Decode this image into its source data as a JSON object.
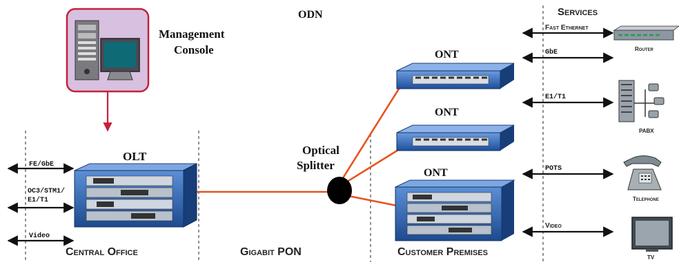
{
  "colors": {
    "fiber": "#e8531d",
    "console_border": "#c4203a",
    "console_fill": "#d8c0e0",
    "device_blue": "#1e4f9a",
    "device_blue_light": "#4f86cf",
    "arrow_red": "#c4203a",
    "divider": "#555555"
  },
  "labels": {
    "management_console_line1": "Management",
    "management_console_line2": "Console",
    "odn": "ODN",
    "olt": "OLT",
    "ont_top": "ONT",
    "ont_middle": "ONT",
    "ont_bottom": "ONT",
    "optical_splitter_line1": "Optical",
    "optical_splitter_line2": "Splitter",
    "central_office": "Central Office",
    "gigabit_pon": "Gigabit PON",
    "customer_premises": "Customer Premises",
    "services": "Services"
  },
  "olt_interfaces": {
    "fe_gbe": "FE/GbE",
    "oc3_line1": "OC3/STM1/",
    "oc3_line2": "E1/T1",
    "video": "Video"
  },
  "service_links": {
    "fast_ethernet": "Fast Ethernet",
    "gbe": "GbE",
    "e1_t1": "E1/T1",
    "pots": "POTS",
    "video": "Video"
  },
  "devices": {
    "router": "Router",
    "pabx": "PABX",
    "telephone": "Telephone",
    "tv": "TV"
  },
  "icons": [
    "server-tower-icon",
    "monitor-icon",
    "router-icon",
    "pabx-icon",
    "telephone-icon",
    "tv-icon"
  ]
}
